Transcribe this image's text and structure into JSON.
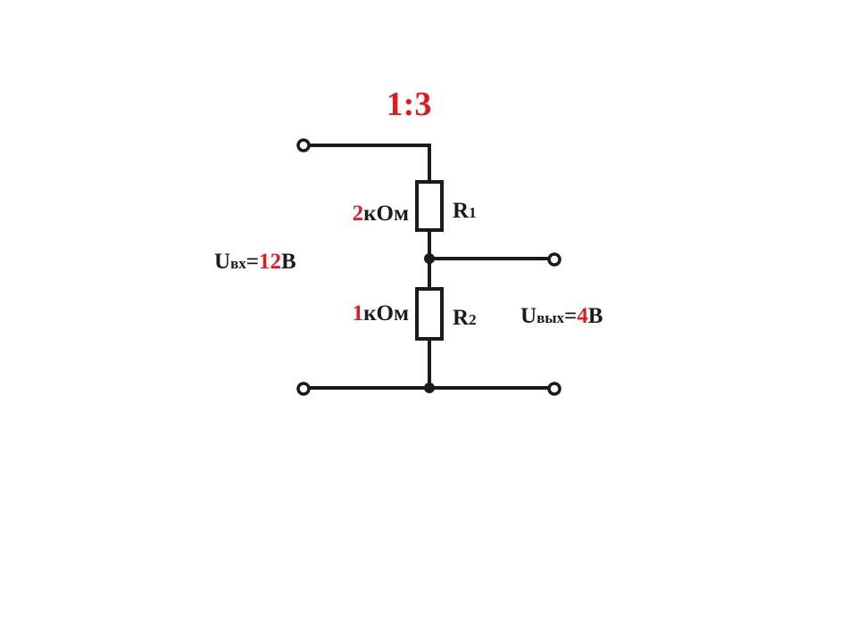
{
  "title": "1:3",
  "input_voltage": {
    "symbol": "U",
    "subscript": "вх",
    "equals": "=",
    "value": "12",
    "unit": "В"
  },
  "output_voltage": {
    "symbol": "U",
    "subscript": "вых",
    "equals": "=",
    "value": "4",
    "unit": "В"
  },
  "resistors": [
    {
      "name": "R",
      "index": "1",
      "value": "2",
      "unit": "кОм"
    },
    {
      "name": "R",
      "index": "2",
      "value": "1",
      "unit": "кОм"
    }
  ],
  "colors": {
    "accent": "#e8171b",
    "ink": "#1a1a1a",
    "background": "#ffffff"
  }
}
